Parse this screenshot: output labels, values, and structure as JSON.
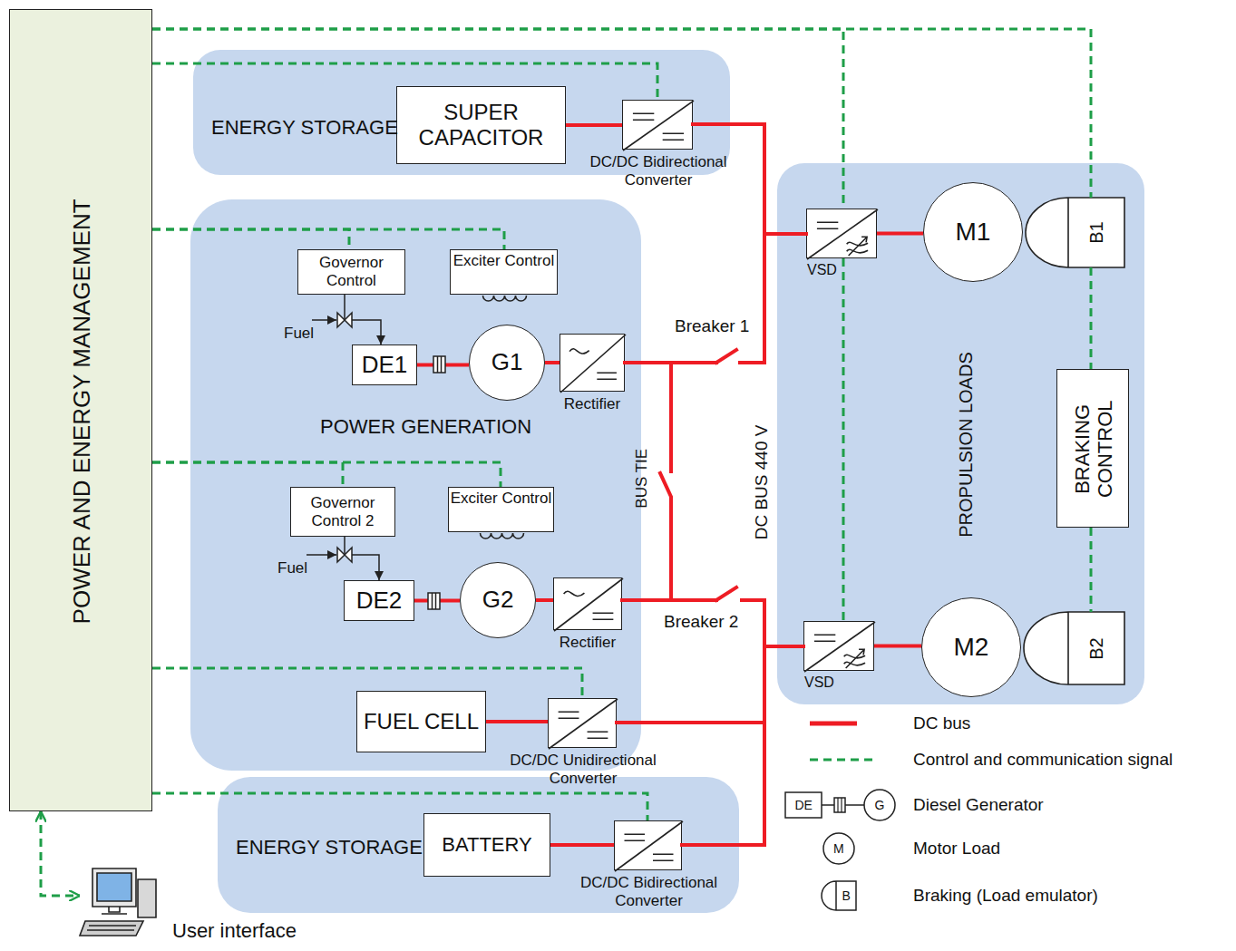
{
  "diagram": {
    "nodes": [
      {
        "text": [
          "POWER AND ENERGY MANAGEMENT"
        ]
      },
      {
        "text": [
          "ENERGY STORAGE"
        ]
      },
      {
        "text": [
          "SUPER CAPACITOR"
        ],
        "in": 1
      },
      {
        "text": [
          "DC/DC Bidirectional Converter"
        ],
        "in": 1
      },
      {
        "text": [
          "POWER GENERATION"
        ]
      },
      {
        "text": [
          "Governor Control"
        ],
        "in": 4
      },
      {
        "text": [
          "Exciter Control"
        ],
        "in": 4
      },
      {
        "text": [
          "DE1"
        ],
        "in": 4
      },
      {
        "text": [
          "G1"
        ],
        "in": 4
      },
      {
        "text": [
          "Rectifier"
        ],
        "in": 4
      },
      {
        "text": [
          "Governor Control 2"
        ],
        "in": 4
      },
      {
        "text": [
          "Exciter Control"
        ],
        "in": 4
      },
      {
        "text": [
          "DE2"
        ],
        "in": 4
      },
      {
        "text": [
          "G2"
        ],
        "in": 4
      },
      {
        "text": [
          "Rectifier"
        ],
        "in": 4
      },
      {
        "text": [
          "FUEL CELL"
        ],
        "in": 4
      },
      {
        "text": [
          "DC/DC Unidirectional Converter"
        ],
        "in": 4
      },
      {
        "text": [
          "ENERGY STORAGE"
        ]
      },
      {
        "text": [
          "BATTERY"
        ],
        "in": 17
      },
      {
        "text": [
          "DC/DC Bidirectional Converter"
        ],
        "in": 17
      },
      {
        "text": [
          "PROPULSION LOADS"
        ]
      },
      {
        "text": [
          "VSD"
        ],
        "in": 20
      },
      {
        "text": [
          "M1"
        ],
        "in": 20
      },
      {
        "text": [
          "B1"
        ],
        "in": 20
      },
      {
        "text": [
          "BRAKING CONTROL"
        ],
        "in": 20
      },
      {
        "text": [
          "VSD"
        ],
        "in": 20
      },
      {
        "text": [
          "M2"
        ],
        "in": 20
      },
      {
        "text": [
          "B2"
        ],
        "in": 20
      },
      {
        "text": [
          "User interface"
        ]
      }
    ],
    "edges": [
      {
        "from": 2,
        "to": 3,
        "arrow": "none"
      },
      {
        "from": 7,
        "to": 8,
        "arrow": "none"
      },
      {
        "from": 8,
        "to": 9,
        "arrow": "none"
      },
      {
        "from": 12,
        "to": 13,
        "arrow": "none"
      },
      {
        "from": 13,
        "to": 14,
        "arrow": "none"
      },
      {
        "from": 15,
        "to": 16,
        "arrow": "none"
      },
      {
        "from": 18,
        "to": 19,
        "arrow": "none"
      },
      {
        "from": 21,
        "to": 22,
        "arrow": "none"
      },
      {
        "from": 25,
        "to": 26,
        "arrow": "none"
      },
      {
        "from": 5,
        "to": 7,
        "arrow": "to"
      },
      {
        "from": 10,
        "to": 12,
        "arrow": "to"
      },
      {
        "from": 0,
        "to": 3,
        "arrow": "none"
      },
      {
        "from": 0,
        "to": 5,
        "arrow": "none"
      },
      {
        "from": 0,
        "to": 6,
        "arrow": "none"
      },
      {
        "from": 0,
        "to": 10,
        "arrow": "none"
      },
      {
        "from": 0,
        "to": 11,
        "arrow": "none"
      },
      {
        "from": 0,
        "to": 16,
        "arrow": "none"
      },
      {
        "from": 0,
        "to": 19,
        "arrow": "none"
      },
      {
        "from": 0,
        "to": 21,
        "arrow": "none"
      },
      {
        "from": 0,
        "to": 23,
        "arrow": "none"
      },
      {
        "from": 21,
        "to": 25,
        "arrow": "none"
      },
      {
        "from": 23,
        "to": 24,
        "arrow": "none"
      },
      {
        "from": 24,
        "to": 27,
        "arrow": "none"
      },
      {
        "from": 0,
        "to": 28,
        "arrow": "both"
      }
    ],
    "labels": [
      "Fuel",
      "Fuel",
      "Breaker 1",
      "BUS TIE",
      "DC BUS 440 V",
      "Breaker 2",
      "DE",
      "G",
      "M",
      "B"
    ],
    "legend": [
      {
        "text": "DC bus"
      },
      {
        "text": "Control and communication signal"
      },
      {
        "text": "Diesel Generator"
      },
      {
        "text": "Motor Load"
      },
      {
        "text": "Braking (Load emulator)"
      }
    ]
  }
}
